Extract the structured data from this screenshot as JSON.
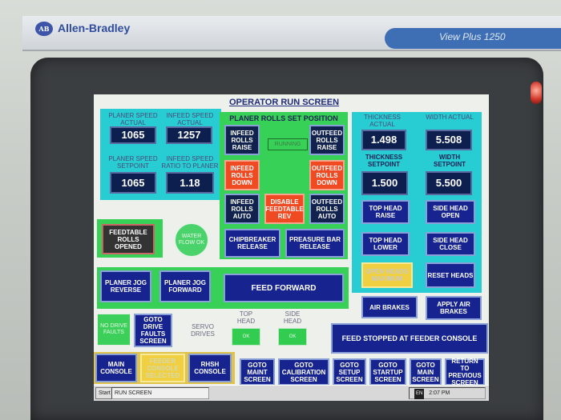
{
  "device": {
    "logo_text": "AB",
    "brand": "Allen-Bradley",
    "model": "View Plus 1250"
  },
  "screen": {
    "title": "OPERATOR RUN SCREEN",
    "speed_panel": {
      "planer_speed_actual_label": "PLANER SPEED ACTUAL",
      "planer_speed_actual_value": "1065",
      "infeed_speed_actual_label": "INFEED SPEED ACTUAL",
      "infeed_speed_actual_value": "1257",
      "planer_speed_setpoint_label": "PLANER SPEED SETPOINT",
      "planer_speed_setpoint_value": "1065",
      "infeed_speed_ratio_label": "INFEED SPEED RATIO TO PLANER",
      "infeed_speed_ratio_value": "1.18"
    },
    "rolls_panel": {
      "title": "PLANER ROLLS SET POSITION",
      "running": "RUNNING",
      "infeed_rolls_raise": "INFEED ROLLS RAISE",
      "outfeed_rolls_raise": "OUTFEED ROLLS RAISE",
      "infeed_rolls_down": "INFEED ROLLS DOWN",
      "outfeed_rolls_down": "OUTFEED ROLLS DOWN",
      "infeed_rolls_auto": "INFEED ROLLS AUTO",
      "disable_feedtable_rev": "DISABLE FEEDTABLE REV",
      "outfeed_rolls_auto": "OUTFEED ROLLS AUTO",
      "chipbreaker_release": "CHIPBREAKER RELEASE",
      "preasure_bar_release": "PREASURE BAR RELEASE"
    },
    "dimensions_panel": {
      "thickness_actual_label": "THICKNESS ACTUAL",
      "thickness_actual_value": "1.498",
      "width_actual_label": "WIDTH ACTUAL",
      "width_actual_value": "5.508",
      "thickness_setpoint_label": "THICKNESS SETPOINT",
      "thickness_setpoint_value": "1.500",
      "width_setpoint_label": "WIDTH SETPOINT",
      "width_setpoint_value": "5.500",
      "top_head_raise": "TOP HEAD RAISE",
      "side_head_open": "SIDE HEAD OPEN",
      "top_head_lower": "TOP HEAD LOWER",
      "side_head_close": "SIDE HEAD CLOSE",
      "open_heads_maximum": "OPEN HEADS MAXIMUM",
      "reset_heads": "RESET HEADS"
    },
    "feedtable_rolls_opened": "FEEDTABLE ROLLS OPENED",
    "water_flow_ok": "WATER FLOW OK",
    "jog_panel": {
      "planer_jog_reverse": "PLANER JOG REVERSE",
      "planer_jog_forward": "PLANER JOG FORWARD",
      "feed_forward": "FEED FORWARD"
    },
    "air_brakes": "AIR BRAKES",
    "apply_air_brakes": "APPLY AIR BRAKES",
    "drives": {
      "no_drive_faults": "NO DRIVE FAULTS",
      "goto_drive_faults_screen": "GOTO DRIVE FAULTS SCREEN",
      "servo_drives_label": "SERVO DRIVES",
      "top_head_label": "TOP HEAD",
      "side_head_label": "SIDE HEAD",
      "top_head_status": "OK",
      "side_head_status": "OK"
    },
    "feed_stopped": "FEED STOPPED AT FEEDER CONSOLE",
    "nav": {
      "main_console": "MAIN CONSOLE",
      "feeder_console_selected": "FEEDER CONSOLE SELECTED",
      "rhsh_console": "RHSH CONSOLE",
      "goto_maint": "GOTO MAINT SCREEN",
      "goto_calibration": "GOTO CALIBRATION SCREEN",
      "goto_setup": "GOTO SETUP SCREEN",
      "goto_startup": "GOTO STARTUP SCREEN",
      "goto_main": "GOTO MAIN SCREEN",
      "return_previous": "RETURN TO PREVIOUS SCREEN"
    }
  },
  "taskbar": {
    "start": "Start",
    "task": "RUN SCREEN",
    "lang": "EN",
    "clock": "2:07 PM"
  }
}
